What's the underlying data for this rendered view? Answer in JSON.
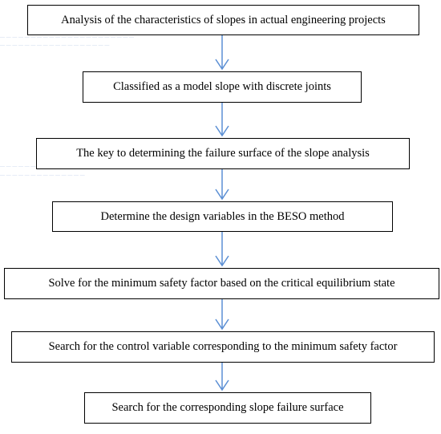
{
  "flowchart": {
    "steps": [
      {
        "label": "Analysis of the characteristics of slopes in actual engineering projects"
      },
      {
        "label": "Classified as a model slope with discrete joints"
      },
      {
        "label": "The key to determining the failure surface of the slope analysis"
      },
      {
        "label": "Determine the design variables in the BESO method"
      },
      {
        "label": "Solve for the minimum safety factor based on the critical equilibrium state"
      },
      {
        "label": "Search for the control variable corresponding to the minimum safety factor"
      },
      {
        "label": "Search for the corresponding slope failure surface"
      }
    ],
    "arrow_color": "#5b8fd4",
    "border_color": "#000000"
  }
}
